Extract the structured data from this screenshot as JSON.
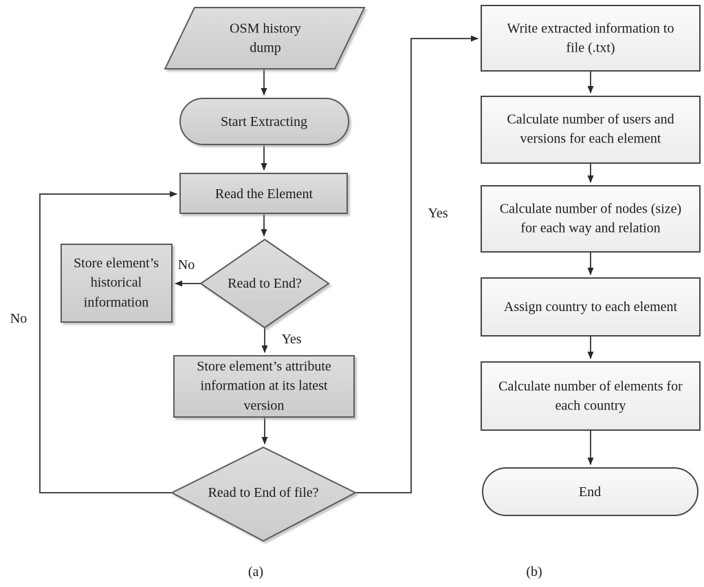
{
  "figure": {
    "caption_a": "(a)",
    "caption_b": "(b)"
  },
  "flow_a": {
    "nodes": {
      "osm_dump": [
        "OSM history",
        "dump"
      ],
      "start_extracting": "Start Extracting",
      "read_element": "Read the Element",
      "read_to_end": "Read to End?",
      "store_historical": [
        "Store element’s",
        "historical",
        "information"
      ],
      "store_attribute": [
        "Store element’s attribute",
        "information at its latest",
        "version"
      ],
      "read_to_end_of_file": "Read to End of file?"
    },
    "edge_labels": {
      "no_branch": "No",
      "yes_branch": "Yes",
      "no_loop": "No",
      "yes_loop": "Yes"
    }
  },
  "flow_b": {
    "nodes": {
      "write_to_file": [
        "Write extracted information to",
        "file (.txt)"
      ],
      "calc_users_versions": [
        "Calculate number of users and",
        "versions for each element"
      ],
      "calc_nodes_size": [
        "Calculate number of nodes (size)",
        "for each way and relation"
      ],
      "assign_country": "Assign country to each element",
      "calc_elements_country": [
        "Calculate number of elements for",
        "each country"
      ],
      "end": "End"
    }
  },
  "colors": {
    "fill_a_light": "#dedede",
    "fill_a_dark": "#cbcbcb",
    "fill_b_light": "#fbfbfb",
    "fill_b_dark": "#ececec",
    "border_a": "#5c5c5c",
    "border_b": "#474747",
    "line": "#474747",
    "arrowhead": "#2b2b2b",
    "text": "#1c1c1c"
  }
}
